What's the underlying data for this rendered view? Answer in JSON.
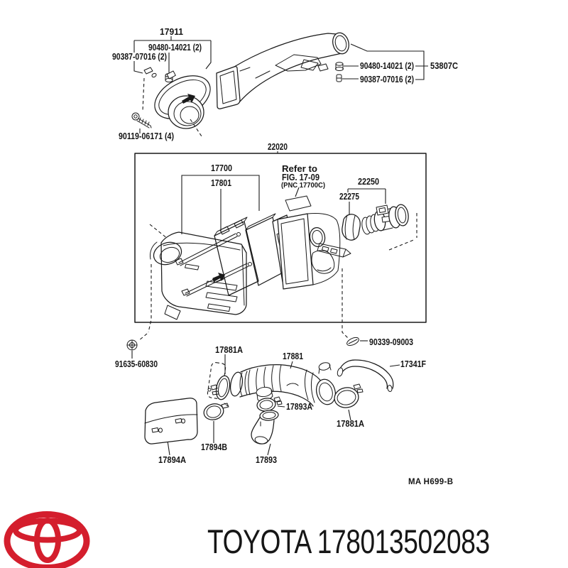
{
  "diagram": {
    "sheet_code": "MA H699-B",
    "note": {
      "line1": "Refer to",
      "line2": "FIG. 17-09",
      "line3": "(PNC 17700C)"
    },
    "part_labels": {
      "inlet_17911": "17911",
      "bolt_90480": "90480-14021 (2)",
      "clip_90387": "90387-07016 (2)",
      "bolt_90119": "90119-06171 (4)",
      "duct_53807C": "53807C",
      "assy_22020": "22020",
      "cleaner_17700": "17700",
      "element_17801": "17801",
      "meter_22250": "22250",
      "hose_22275": "22275",
      "grommet_90339": "90339-09003",
      "bolt_91635": "91635-60830",
      "clamp_17881A": "17881A",
      "hose_17881": "17881",
      "hose_17341F": "17341F",
      "clamp_17893A": "17893A",
      "clamp_17894B": "17894B",
      "resonator_17894A": "17894A",
      "hose_17893": "17893"
    }
  },
  "footer": {
    "caption": "TOYOTA 178013502083",
    "logo_color": "#d41e2d"
  }
}
